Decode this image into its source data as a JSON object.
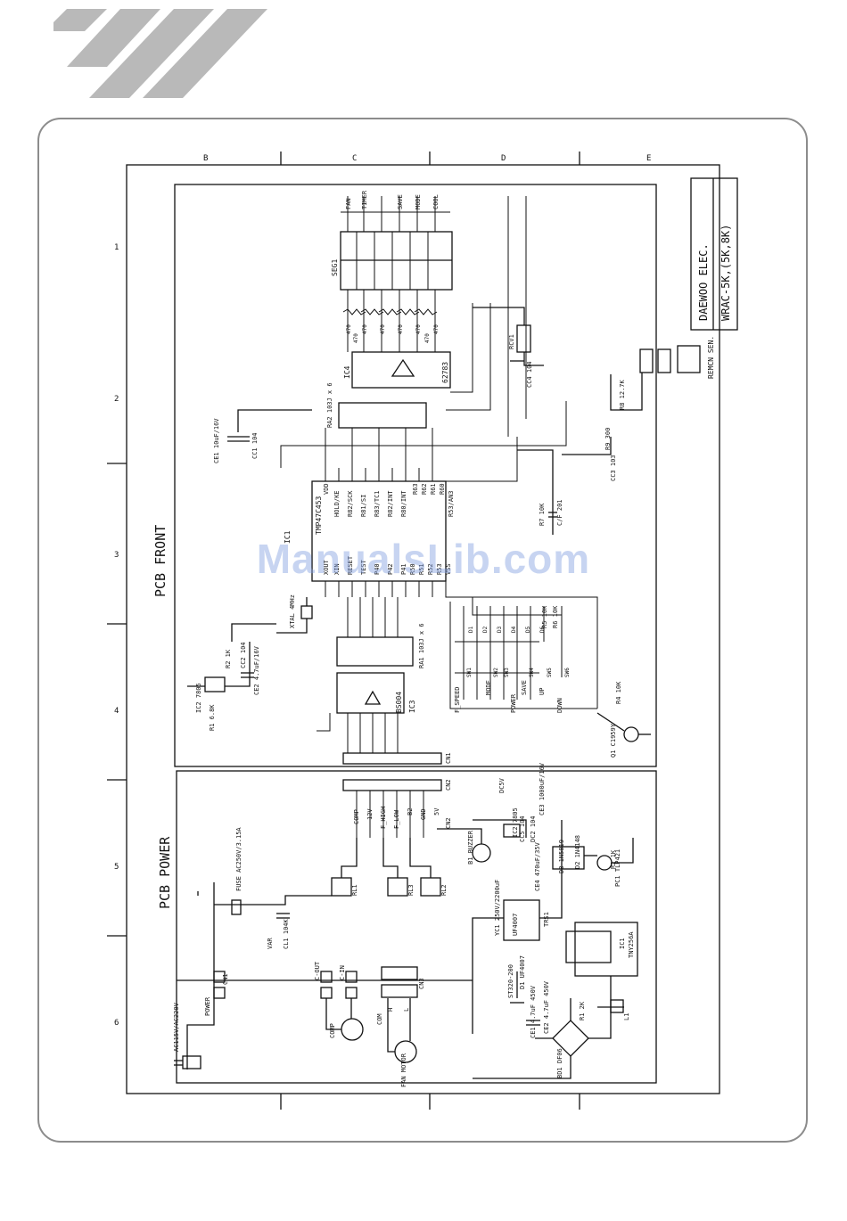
{
  "sheet": {
    "company": "DAEWOO ELEC.",
    "model": "WRAC-5K,(5K,8K)",
    "remocon": "REMCN SEN."
  },
  "sections": {
    "front": "PCB FRONT",
    "power": "PCB POWER"
  },
  "zone_marks": {
    "left": [
      "1",
      "2",
      "3",
      "4",
      "5",
      "6"
    ],
    "top": [
      "B",
      "C",
      "D",
      "E"
    ]
  },
  "front": {
    "ic1_label": "IC1",
    "ic1_part": "TMP47C453",
    "ic1_pins_top": [
      "VDD",
      "HOLD/KE",
      "R82/SCK",
      "R81/SI",
      "R83/TC1",
      "R82/INT",
      "R80/INT",
      "R63",
      "R62",
      "R61",
      "R60",
      "R53/AN3"
    ],
    "ic1_pins_bottom": [
      "XOUT",
      "XIN",
      "RESET",
      "TEST",
      "P40",
      "P42",
      "P41",
      "R50",
      "R51",
      "R52",
      "R53",
      "VSS"
    ],
    "ic3_label": "IC3",
    "ic3_part": "BS004",
    "ic4_label": "IC4",
    "ic4_part": "62783",
    "seg_label": "SEG1",
    "leds": [
      "FAN",
      "TIMER",
      "SAVE",
      "MODE",
      "COOL"
    ],
    "resistor_network": [
      "470",
      "470",
      "470",
      "470",
      "470",
      "470",
      "470",
      "470"
    ],
    "resistors": [
      "R1 6.8K",
      "R2 1K",
      "R7 10K",
      "R5 10K",
      "R6 10K",
      "R4 10K",
      "R8 12.7K",
      "R9 300"
    ],
    "caps": [
      "CE1 10uF/16V",
      "CC1 104",
      "CC2 104",
      "CE2 4.7uF/16V",
      "CC3 103",
      "CC4 104",
      "C/F 201"
    ],
    "switches": [
      "F_SPEED",
      "MODE",
      "POWER",
      "SAVE",
      "UP",
      "DOWN"
    ],
    "switch_tags": [
      "SW1",
      "SW2",
      "SW3",
      "SW4",
      "SW5",
      "SW6"
    ],
    "diodes": [
      "D1",
      "D2",
      "D3",
      "D4",
      "D5",
      "D6"
    ],
    "misc": [
      "RA1 103J x 6",
      "RA2 103J x 6",
      "IC2 7805",
      "XTAL 4MHz",
      "Q1 C1959Y",
      "RCV1",
      "CN1",
      "CN2"
    ]
  },
  "power": {
    "ac_input": "AC115V/AC220V",
    "power_label": "POWER",
    "fuse": "FUSE AC250V/3.15A",
    "varistor": "VAR",
    "cl1": "CL1 104K",
    "relays": [
      "RL1",
      "RL2",
      "RL3"
    ],
    "connectors": [
      "CN1",
      "CN2",
      "CN3"
    ],
    "fan_motor": "FAN MOTOR",
    "comp": "COMP",
    "c_out": "C-OUT",
    "c_in": "C-IN",
    "com": "COM",
    "speed_labels": [
      "H",
      "L"
    ],
    "wires": [
      "COMP",
      "12V",
      "F_HIGH",
      "F_LOW",
      "B2",
      "GND",
      "5V"
    ],
    "transformer": "TRS1",
    "ic1_label": "IC1",
    "ic1_part": "TNY256A",
    "pc1": "PC1 TLP421",
    "bd1": "BD1 DF06",
    "parts": [
      "YC1 250V/2200uF",
      "D3 1N5819",
      "CE3 1000uF/16V",
      "CE4 470uF/35V",
      "CC5 104",
      "DC2 104",
      "CE1 4.7uF 450V",
      "CE2 4.7uF 450V",
      "R1 2K",
      "R2 1K",
      "D1 UF4007",
      "D2 1N4148",
      "B1 BUZZER",
      "L1",
      "IC2 7805",
      "ST320-200",
      "UF4007"
    ],
    "dc_label": "DC5V"
  },
  "watermark": "ManualsLib.com"
}
